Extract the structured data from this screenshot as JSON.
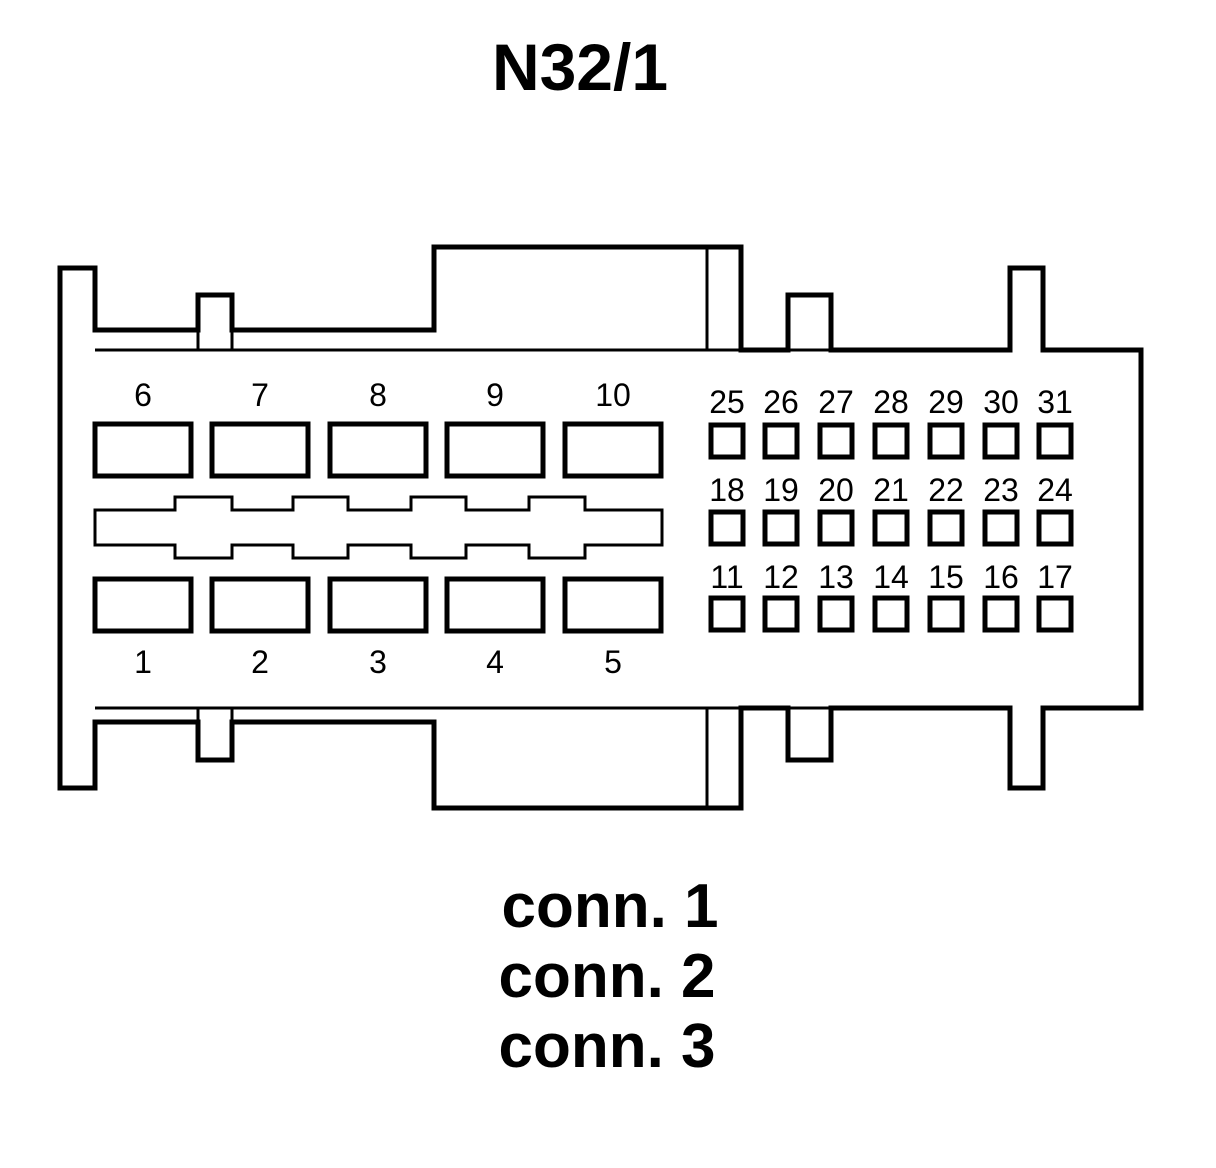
{
  "title": "N32/1",
  "connector_labels": [
    "conn. 1",
    "conn. 2",
    "conn. 3"
  ],
  "large_pins_top": [
    "6",
    "7",
    "8",
    "9",
    "10"
  ],
  "large_pins_bottom": [
    "1",
    "2",
    "3",
    "4",
    "5"
  ],
  "small_pins_row1": [
    "25",
    "26",
    "27",
    "28",
    "29",
    "30",
    "31"
  ],
  "small_pins_row2": [
    "18",
    "19",
    "20",
    "21",
    "22",
    "23",
    "24"
  ],
  "small_pins_row3": [
    "11",
    "12",
    "13",
    "14",
    "15",
    "16",
    "17"
  ]
}
